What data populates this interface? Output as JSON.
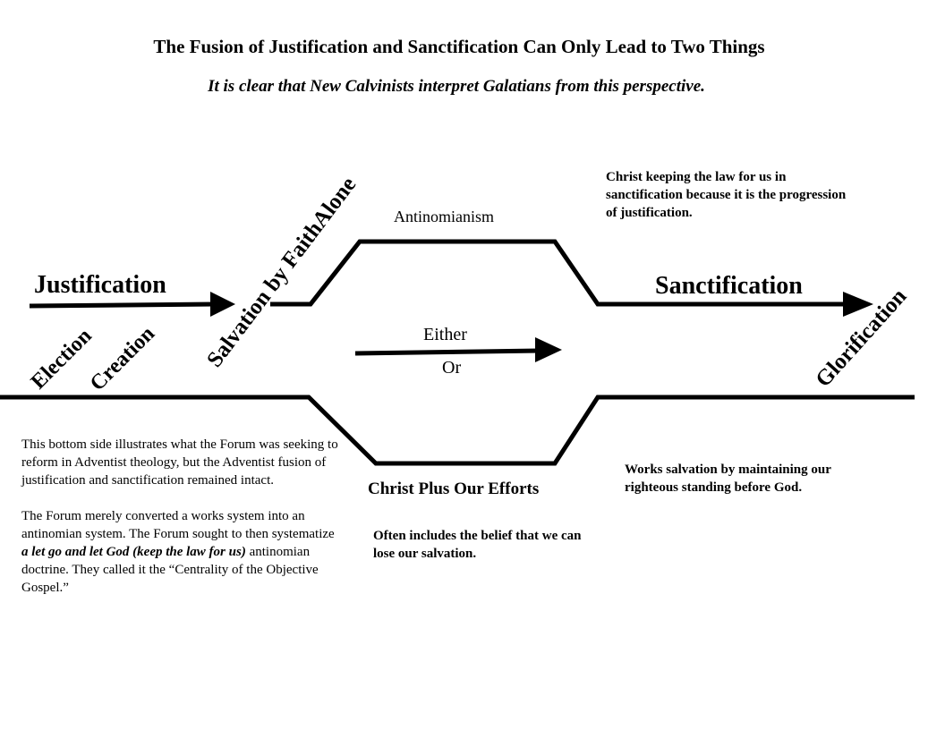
{
  "title": "The Fusion  of Justification and Sanctification Can Only Lead to Two Things",
  "subtitle": "It is clear that New Calvinists interpret Galatians from this perspective.",
  "labels": {
    "justification": "Justification",
    "salvation_by_faith_alone": "Salvation by FaithAlone",
    "antinomianism": "Antinomianism",
    "sanctification": "Sanctification",
    "glorification": "Glorification",
    "election": "Election",
    "creation": "Creation",
    "either": "Either",
    "or": "Or",
    "christ_plus_our_efforts": "Christ Plus Our Efforts"
  },
  "notes": {
    "top_right": "Christ keeping the law for us in sanctification because it is the progression of justification.",
    "bottom_left_p1": "This bottom side illustrates what the Forum was seeking to reform in Adventist theology, but the Adventist fusion of justification and sanctification remained intact.",
    "bottom_left_p2_a": "The Forum merely converted a works system into an antinomian system. The Forum sought to then  systematize ",
    "bottom_left_p2_italic": "a let go and let God (keep the law for us)",
    "bottom_left_p2_b": " antinomian doctrine. They called it the “Centrality of the Objective Gospel.”",
    "bottom_middle": "Often includes the belief that we can lose our salvation.",
    "bottom_right": "Works salvation by maintaining our righteous standing before God."
  }
}
